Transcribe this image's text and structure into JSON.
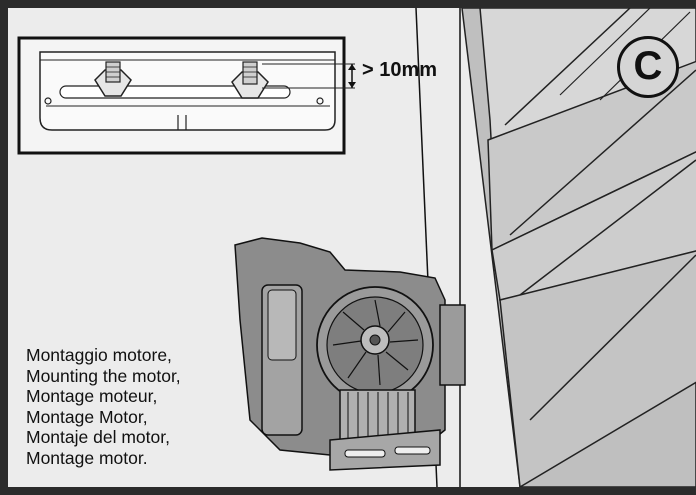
{
  "step_letter": "C",
  "dimension_label": "> 10mm",
  "caption_lines": [
    "Montaggio motore,",
    "Mounting the motor,",
    "Montage moteur,",
    "Montage Motor,",
    "Montaje del motor,",
    "Montage motor."
  ]
}
